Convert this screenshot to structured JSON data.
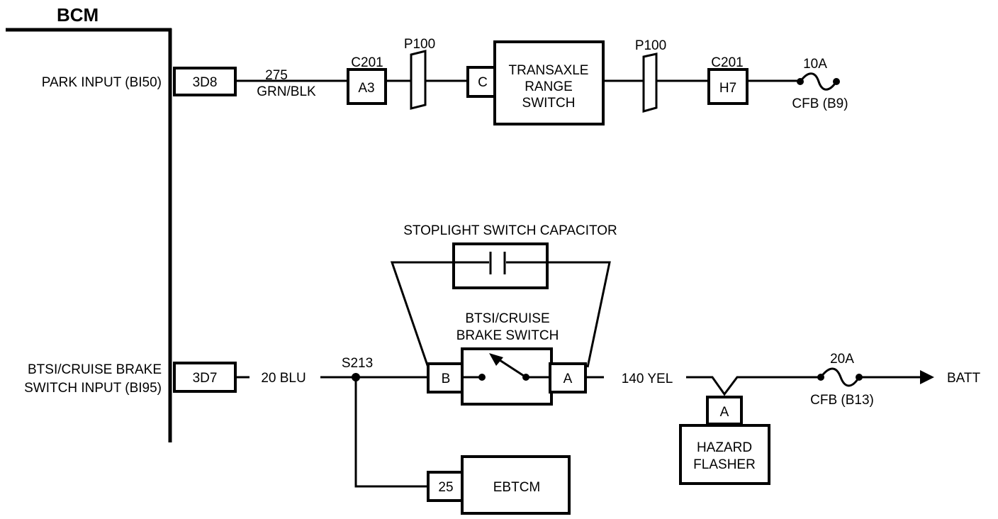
{
  "bcm": {
    "title": "BCM",
    "park_input": "PARK INPUT (BI50)",
    "btsi_input_line1": "BTSI/CRUISE BRAKE",
    "btsi_input_line2": "SWITCH INPUT (BI95)"
  },
  "park_circuit": {
    "bcm_pin": "3D8",
    "wire_number": "275",
    "wire_color": "GRN/BLK",
    "c201_label_left": "C201",
    "c201_pin_left": "A3",
    "p100_left": "P100",
    "trs_pin": "C",
    "trs_line1": "TRANSAXLE",
    "trs_line2": "RANGE",
    "trs_line3": "SWITCH",
    "p100_right": "P100",
    "c201_label_right": "C201",
    "c201_pin_right": "H7",
    "fuse_rating": "10A",
    "fuse_name": "CFB (B9)"
  },
  "brake_circuit": {
    "bcm_pin": "3D7",
    "wire_left": "20 BLU",
    "splice": "S213",
    "capacitor_label": "STOPLIGHT SWITCH CAPACITOR",
    "switch_line1": "BTSI/CRUISE",
    "switch_line2": "BRAKE SWITCH",
    "switch_pin_b": "B",
    "switch_pin_a": "A",
    "wire_right": "140 YEL",
    "hazard_pin": "A",
    "hazard_line1": "HAZARD",
    "hazard_line2": "FLASHER",
    "fuse_rating": "20A",
    "fuse_name": "CFB (B13)",
    "batt": "BATT",
    "ebtcm_pin": "25",
    "ebtcm": "EBTCM"
  }
}
